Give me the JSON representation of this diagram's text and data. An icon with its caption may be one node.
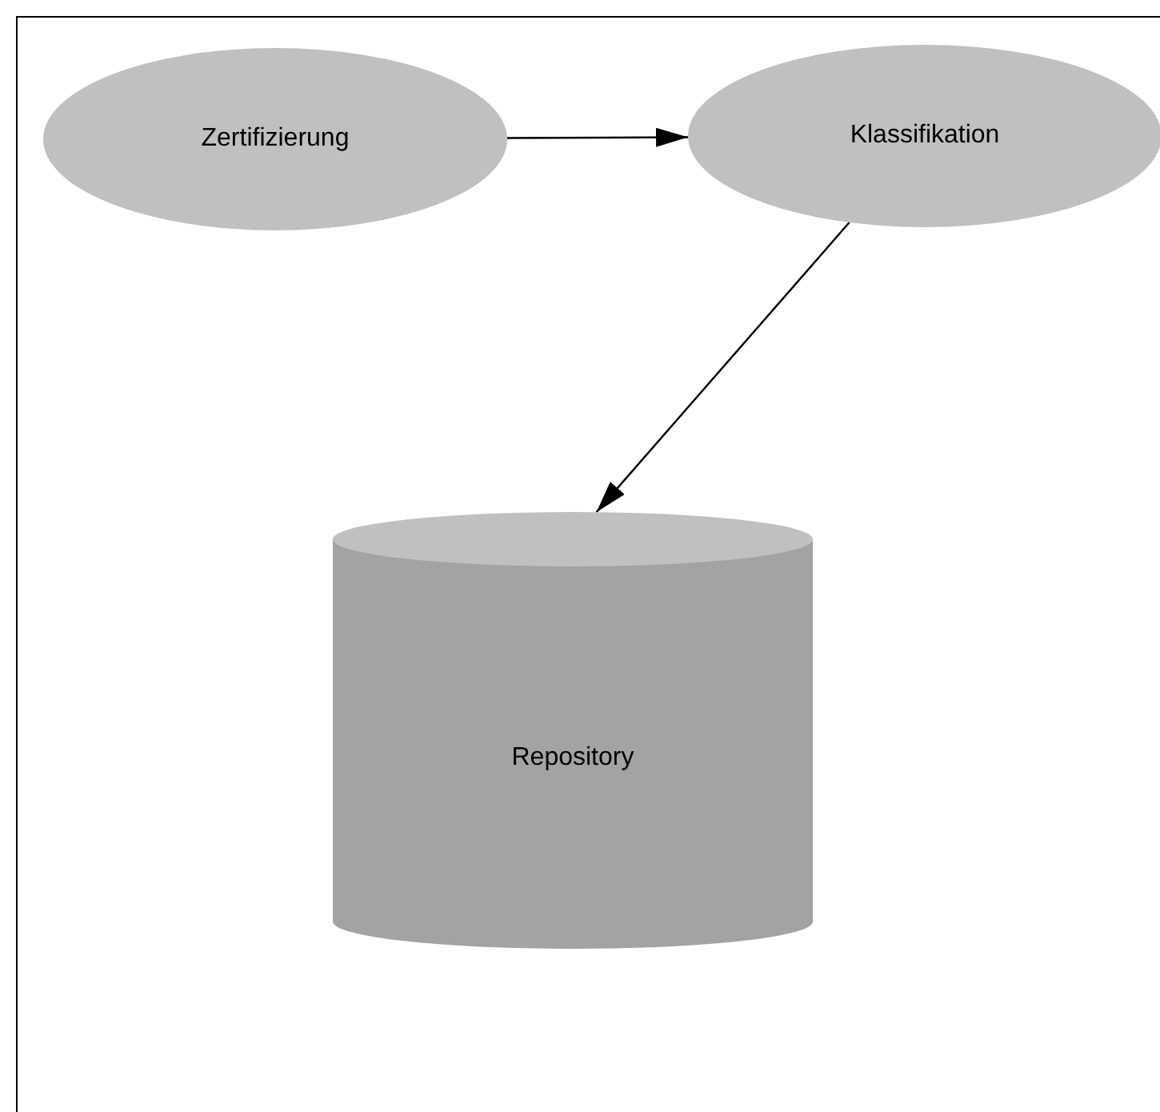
{
  "diagram": {
    "nodes": [
      {
        "text": [
          "Zertifizierung"
        ]
      },
      {
        "text": [
          "Klassifikation"
        ]
      },
      {
        "text": [
          "Repository"
        ]
      }
    ],
    "edges": [
      {
        "from": 0,
        "to": 1,
        "arrow": "to"
      },
      {
        "from": 1,
        "to": 2,
        "arrow": "to"
      }
    ]
  }
}
